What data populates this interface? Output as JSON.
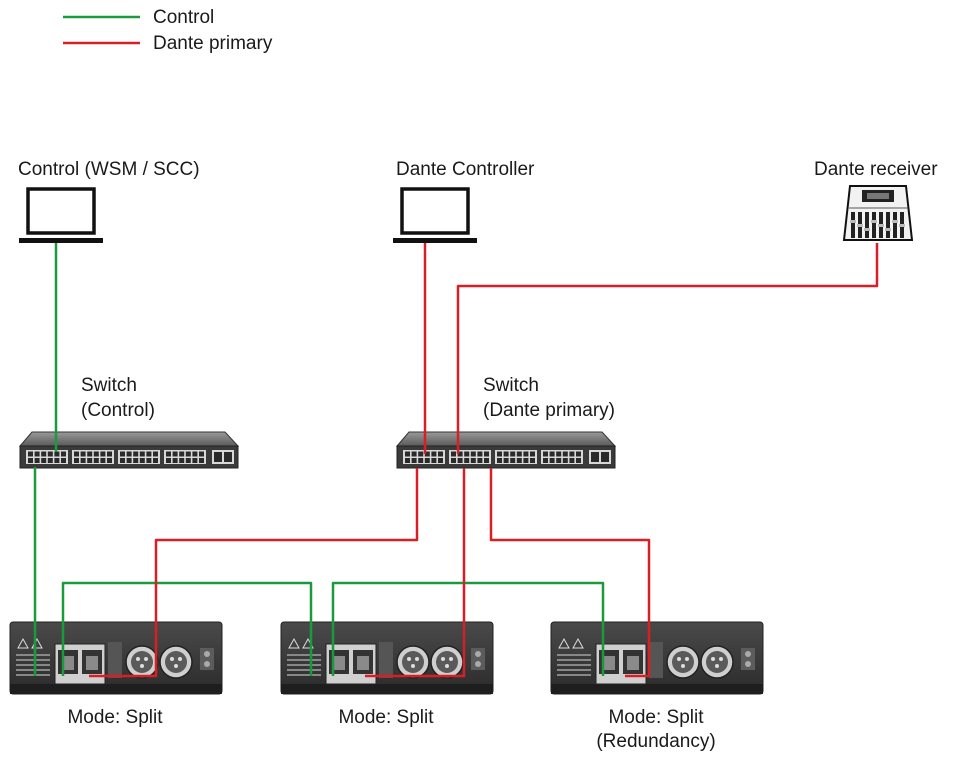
{
  "legend": {
    "items": [
      {
        "label": "Control",
        "color": "#1a9a3c"
      },
      {
        "label": "Dante primary",
        "color": "#d91f26"
      }
    ]
  },
  "nodes": {
    "control_pc": {
      "label": "Control (WSM / SCC)",
      "icon": "laptop-icon"
    },
    "dante_controller": {
      "label": "Dante Controller",
      "icon": "laptop-icon"
    },
    "dante_receiver": {
      "label": "Dante receiver",
      "icon": "mixing-console-icon"
    },
    "switch_control": {
      "label_line1": "Switch",
      "label_line2": "(Control)",
      "icon": "network-switch-icon"
    },
    "switch_dante": {
      "label_line1": "Switch",
      "label_line2": "(Dante primary)",
      "icon": "network-switch-icon"
    },
    "devices": [
      {
        "label_line1": "Mode: Split",
        "label_line2": "",
        "icon": "receiver-rear-panel-icon"
      },
      {
        "label_line1": "Mode: Split",
        "label_line2": "",
        "icon": "receiver-rear-panel-icon"
      },
      {
        "label_line1": "Mode: Split",
        "label_line2": "(Redundancy)",
        "icon": "receiver-rear-panel-icon"
      }
    ]
  },
  "colors": {
    "control": "#1a9a3c",
    "dante": "#d91f26"
  }
}
